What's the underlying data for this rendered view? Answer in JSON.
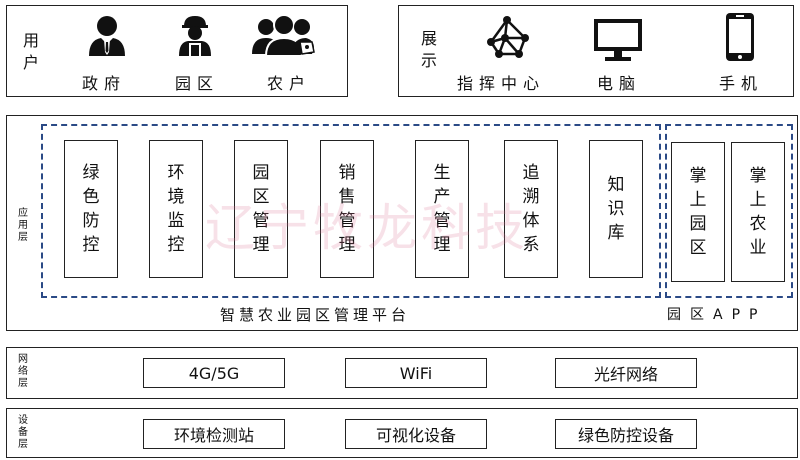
{
  "users": {
    "title": "用户",
    "items": [
      {
        "label": "政府",
        "icon": "businessman-icon"
      },
      {
        "label": "园区",
        "icon": "worker-icon"
      },
      {
        "label": "农户",
        "icon": "group-users-icon"
      }
    ]
  },
  "display": {
    "title": "展示",
    "items": [
      {
        "label": "指挥中心",
        "icon": "network-icon"
      },
      {
        "label": "电脑",
        "icon": "monitor-icon"
      },
      {
        "label": "手机",
        "icon": "smartphone-icon"
      }
    ]
  },
  "application_layer": {
    "title": "应用层",
    "platform_modules": [
      "绿色防控",
      "环境监控",
      "园区管理",
      "销售管理",
      "生产管理",
      "追溯体系",
      "知识库"
    ],
    "platform_label": "智慧农业园区管理平台",
    "app_modules": [
      "掌上园区",
      "掌上农业"
    ],
    "app_label": "园区APP"
  },
  "network_layer": {
    "title": "网络层",
    "items": [
      "4G/5G",
      "WiFi",
      "光纤网络"
    ]
  },
  "device_layer": {
    "title": "设备层",
    "items": [
      "环境检测站",
      "可视化设备",
      "绿色防控设备"
    ]
  },
  "watermark": "辽宁牧龙科技",
  "colors": {
    "dashed_border": "#2b4a86",
    "watermark": "#dc7896"
  }
}
